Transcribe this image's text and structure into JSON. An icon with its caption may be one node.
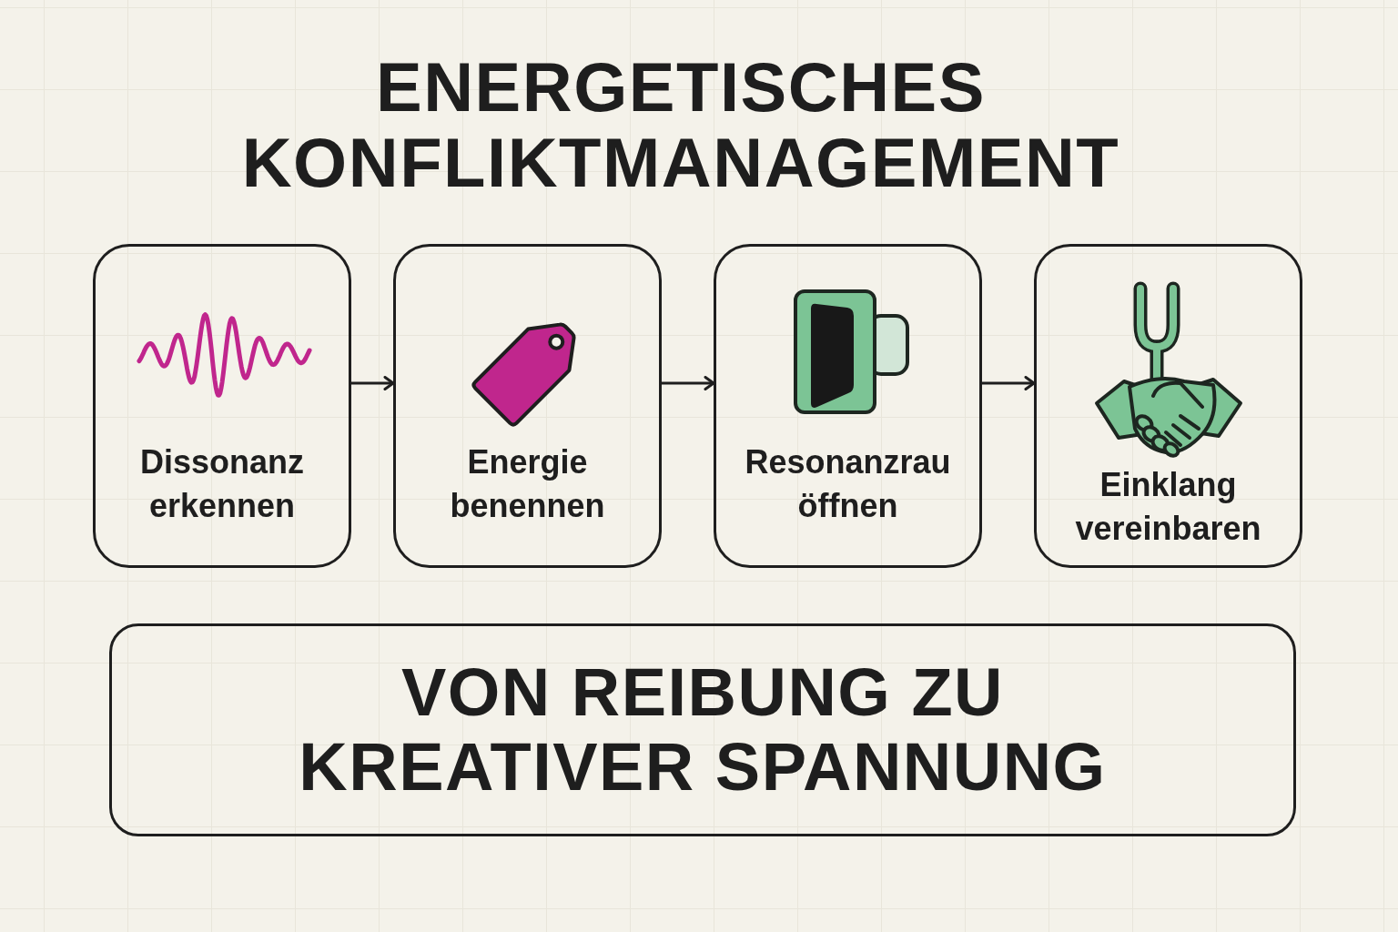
{
  "diagram": {
    "title": "ENERGETISCHES KONFLIKTMANAGEMENT",
    "nodes": [
      {
        "text": [
          "Dissonanz erkennen"
        ]
      },
      {
        "text": [
          "Energie benennen"
        ]
      },
      {
        "text": [
          "Resonanzrau öffnen"
        ]
      },
      {
        "text": [
          "Einklang vereinbaren"
        ]
      },
      {
        "text": [
          "VON REIBUNG ZU KREATIVER SPANNUNG"
        ]
      }
    ],
    "edges": [
      {
        "from": 0,
        "to": 1,
        "arrow": "to"
      },
      {
        "from": 1,
        "to": 2,
        "arrow": "to"
      },
      {
        "from": 2,
        "to": 3,
        "arrow": "to"
      }
    ]
  }
}
